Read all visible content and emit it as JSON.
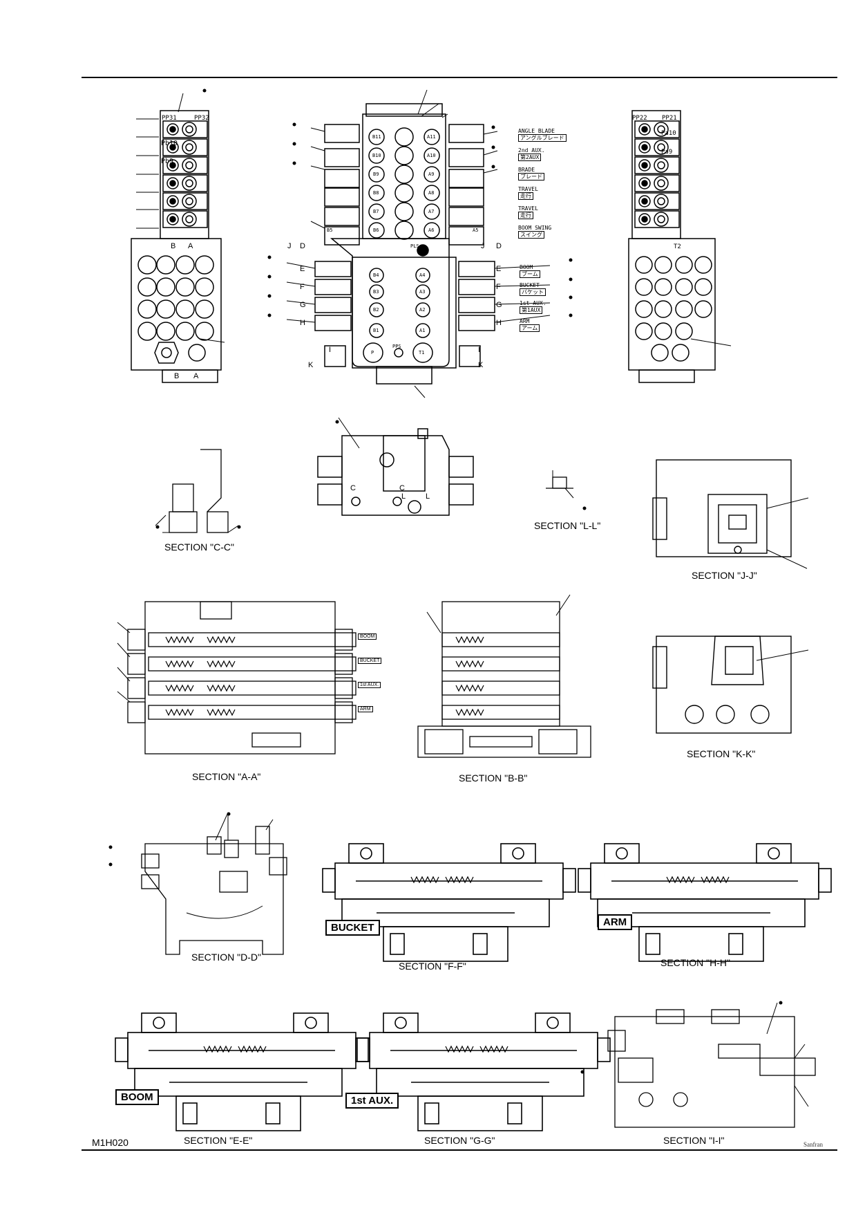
{
  "document": {
    "code": "M1H020",
    "signature": "Sanfran"
  },
  "sections": {
    "cc": "SECTION \"C-C\"",
    "ll": "SECTION \"L-L\"",
    "jj": "SECTION \"J-J\"",
    "aa": "SECTION \"A-A\"",
    "bb": "SECTION \"B-B\"",
    "kk": "SECTION \"K-K\"",
    "dd": "SECTION \"D-D\"",
    "ff": "SECTION \"F-F\"",
    "hh": "SECTION \"H-H\"",
    "ee": "SECTION \"E-E\"",
    "gg": "SECTION \"G-G\"",
    "ii": "SECTION \"I-I\""
  },
  "boxed_labels": {
    "bucket": "BUCKET",
    "arm": "ARM",
    "boom": "BOOM",
    "aux1": "1st AUX."
  },
  "spool_legend": [
    {
      "en": "ANGLE BLADE",
      "jp": "アングルブレード"
    },
    {
      "en": "2nd AUX.",
      "jp": "第2AUX"
    },
    {
      "en": "BRADE",
      "jp": "ブレード"
    },
    {
      "en": "TRAVEL",
      "jp": "走行"
    },
    {
      "en": "TRAVEL",
      "jp": "走行"
    },
    {
      "en": "BOOM SWING",
      "jp": "スイング"
    }
  ],
  "spool_legend_lower": [
    {
      "en": "BOOM",
      "jp": "ブーム"
    },
    {
      "en": "BUCKET",
      "jp": "バケット"
    },
    {
      "en": "1st AUX.",
      "jp": "第1AUX"
    },
    {
      "en": "ARM",
      "jp": "アーム"
    }
  ],
  "port_labels": {
    "left_view": [
      "PP31",
      "PP32",
      "Pb10",
      "Pb9",
      "B",
      "A",
      "B",
      "A"
    ],
    "right_view": [
      "PP22",
      "PP21",
      "Pa10",
      "Pa9",
      "T2"
    ],
    "center_top": [
      "B11",
      "B10",
      "B9",
      "B8",
      "B7",
      "B6",
      "B5",
      "A11",
      "A10",
      "A9",
      "A8",
      "A7",
      "A6",
      "A5"
    ],
    "center_lower": [
      "B4",
      "B3",
      "B2",
      "B1",
      "A4",
      "A3",
      "A2",
      "A1",
      "PLS",
      "PPS",
      "P",
      "T1"
    ],
    "cut_letters": [
      "J",
      "D",
      "J",
      "D",
      "E",
      "F",
      "G",
      "H",
      "E",
      "F",
      "G",
      "H",
      "I",
      "K",
      "I",
      "K",
      "C",
      "C",
      "L",
      "L"
    ]
  },
  "section_aa_tags": [
    "BOOM",
    "BUCKET",
    "1st AUX.",
    "ARM"
  ]
}
